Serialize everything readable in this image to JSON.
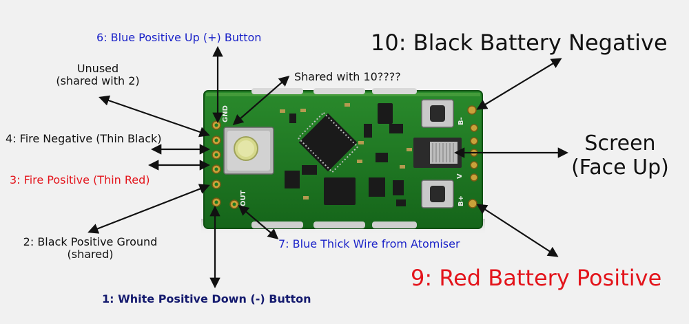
{
  "colors": {
    "background": "#f1f1f1",
    "pcb": "#1c7a22",
    "annotation_black": "#111111",
    "annotation_blue": "#1a22c8",
    "annotation_red": "#e3141b",
    "annotation_navy": "#141a6e"
  },
  "labels": {
    "blue_up_button": "6: Blue Positive Up (+) Button",
    "unused_line1": "Unused",
    "unused_line2": "(shared with 2)",
    "shared_with_10": "Shared with 10????",
    "black_battery_negative": "10: Black Battery Negative",
    "fire_negative": "4: Fire Negative (Thin Black)",
    "fire_positive": "3: Fire Positive (Thin Red)",
    "screen_line1": "Screen",
    "screen_line2": "(Face Up)",
    "black_positive_ground_line1": "2: Black Positive Ground",
    "black_positive_ground_line2": "(shared)",
    "blue_thick_wire": "7: Blue Thick Wire from Atomiser",
    "red_battery_positive": "9: Red Battery Positive",
    "white_down_button": "1: White Positive Down (-) Button"
  },
  "board": {
    "silkscreen_gnd": "GND",
    "silkscreen_out": "OUT",
    "silkscreen_b_minus": "B-",
    "silkscreen_b_plus": "B+",
    "silkscreen_v": "V"
  }
}
